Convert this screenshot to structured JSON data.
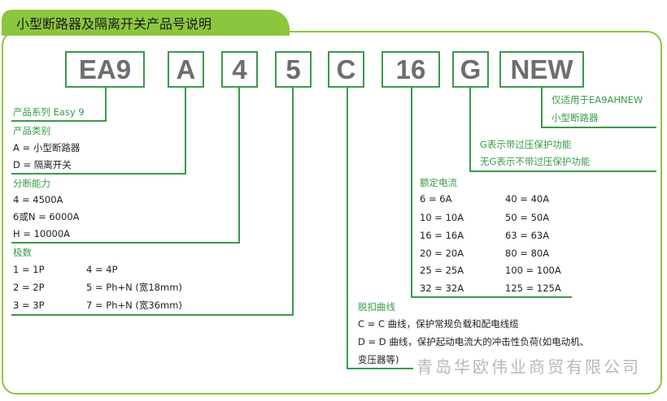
{
  "header": {
    "title": "小型断路器及隔离开关产品号说明"
  },
  "codes": [
    "EA9",
    "A",
    "4",
    "5",
    "C",
    "16",
    "G",
    "NEW"
  ],
  "series": {
    "title": "产品系列 Easy 9"
  },
  "product_type": {
    "title": "产品类别",
    "items": [
      "A = 小型断路器",
      "D = 隔离开关"
    ]
  },
  "capacity": {
    "title": "分断能力",
    "items": [
      "4 = 4500A",
      "6或N = 6000A",
      "H = 10000A"
    ]
  },
  "poles": {
    "title": "极数",
    "col1": [
      "1 = 1P",
      "2 = 2P",
      "3 = 3P"
    ],
    "col2": [
      "4 = 4P",
      "5 = Ph+N (宽18mm)",
      "7 = Ph+N (宽36mm)"
    ]
  },
  "curve": {
    "title": "脱扣曲线",
    "items": [
      "C = C 曲线，保护常规负载和配电线缆",
      "D = D 曲线，保护起动电流大的冲击性负荷(如电动机、",
      "变压器等)"
    ]
  },
  "rated_current": {
    "title": "额定电流",
    "col1": [
      "6 = 6A",
      "10 = 10A",
      "16 = 16A",
      "20 = 20A",
      "25 = 25A",
      "32 = 32A"
    ],
    "col2": [
      "40 = 40A",
      "50 = 50A",
      "63 = 63A",
      "80 = 80A",
      "100 = 100A",
      "125 = 125A"
    ]
  },
  "g_option": {
    "items": [
      "G表示带过压保护功能",
      "无G表示不带过压保护功能"
    ]
  },
  "new_note": {
    "items": [
      "仅适用于EA9AHNEW",
      "小型断路器"
    ]
  },
  "company": "青岛华欧伟业商贸有限公司",
  "colors": {
    "accent_green": "#8cc63f",
    "line_green": "#3a9a4a",
    "code_gray": "#6e6e6e"
  }
}
